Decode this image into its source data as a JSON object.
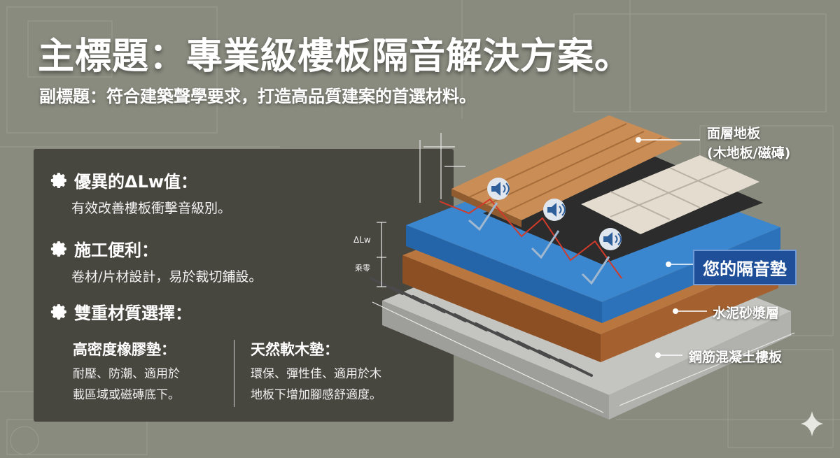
{
  "header": {
    "title": "主標題：專業級樓板隔音解決方案。",
    "subtitle": "副標題：符合建築聲學要求，打造高品質建案的首選材料。"
  },
  "features": [
    {
      "title": "優異的ΔLw值：",
      "desc": "有效改善樓板衝擊音級別。",
      "icon": "gear-icon"
    },
    {
      "title": "施工便利：",
      "desc": "卷材/片材設計，易於裁切鋪設。",
      "icon": "gear-icon"
    },
    {
      "title": "雙重材質選擇：",
      "icon": "gear-icon"
    }
  ],
  "materials": [
    {
      "title": "高密度橡膠墊：",
      "line1": "耐壓、防潮、適用於",
      "line2": "載區域或磁磚底下。"
    },
    {
      "title": "天然軟木墊：",
      "line1": "環保、彈性佳、適用於木",
      "line2": "地板下增加腳感舒適度。"
    }
  ],
  "diagram": {
    "labels": {
      "surface_line1": "面層地板",
      "surface_line2": "(木地板/磁磚)",
      "pad": "您的隔音墊",
      "mortar": "水泥砂漿層",
      "slab": "鋼筋混凝土樓板",
      "delta_lw": "ΔLw",
      "dim_small": "乘零"
    }
  },
  "colors": {
    "background": "#8a8c80",
    "panel": "#3e3c37",
    "pad_blue": "#2f78c4",
    "cork": "#b7703f",
    "concrete": "#b9b9b6",
    "wood": "#c58a52",
    "tile": "#ded8cc",
    "highlight_box": "#1f4f99"
  }
}
